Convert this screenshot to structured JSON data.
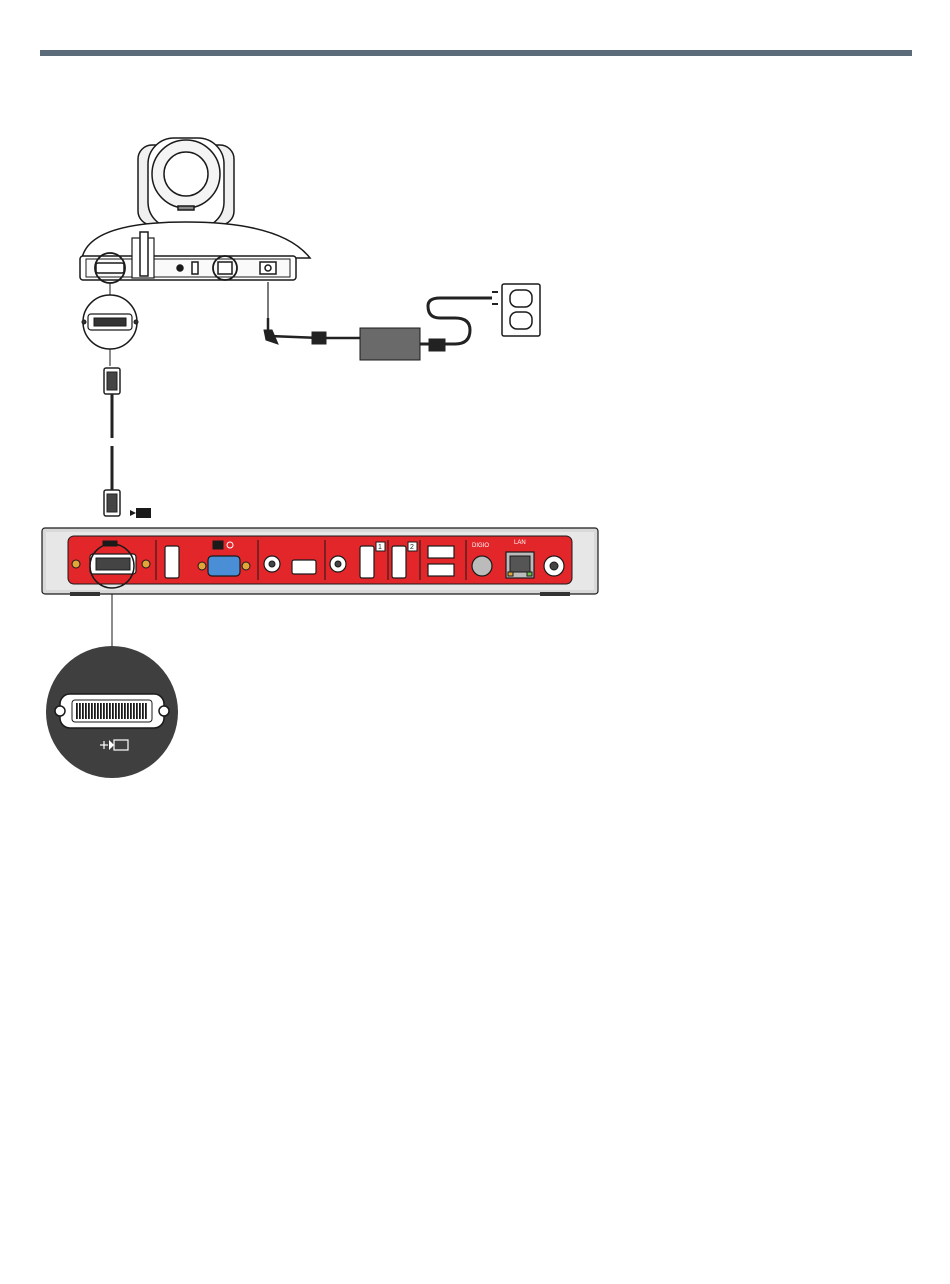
{
  "header_rule": {
    "color": "#5b6b7a"
  },
  "colors": {
    "panel_red": "#e3262a",
    "chassis": "#d9d9d9",
    "cable": "#222222",
    "outline": "#1a1a1a"
  },
  "camera": {
    "name": "ptz-camera",
    "rear_ports": [
      "dvi-port",
      "rs232-port",
      "usb-port",
      "network-port",
      "power-port"
    ]
  },
  "power_supply": {
    "name": "power-brick"
  },
  "outlet": {
    "name": "wall-outlet"
  },
  "codec": {
    "port_labels": {
      "line_out": "DIGIO",
      "lan": "LAN"
    },
    "ports": [
      "dvi-camera-in",
      "hdmi-out",
      "vga-in",
      "audio-in",
      "mini-display-port",
      "audio-line-in",
      "hdmi-in-1",
      "hdmi-in-2",
      "usb-ports",
      "digio-port",
      "lan-port",
      "power-in"
    ],
    "hdmi_numbers": [
      "1",
      "2"
    ]
  },
  "icons": [
    "camera-icon",
    "camera-input-icon"
  ]
}
